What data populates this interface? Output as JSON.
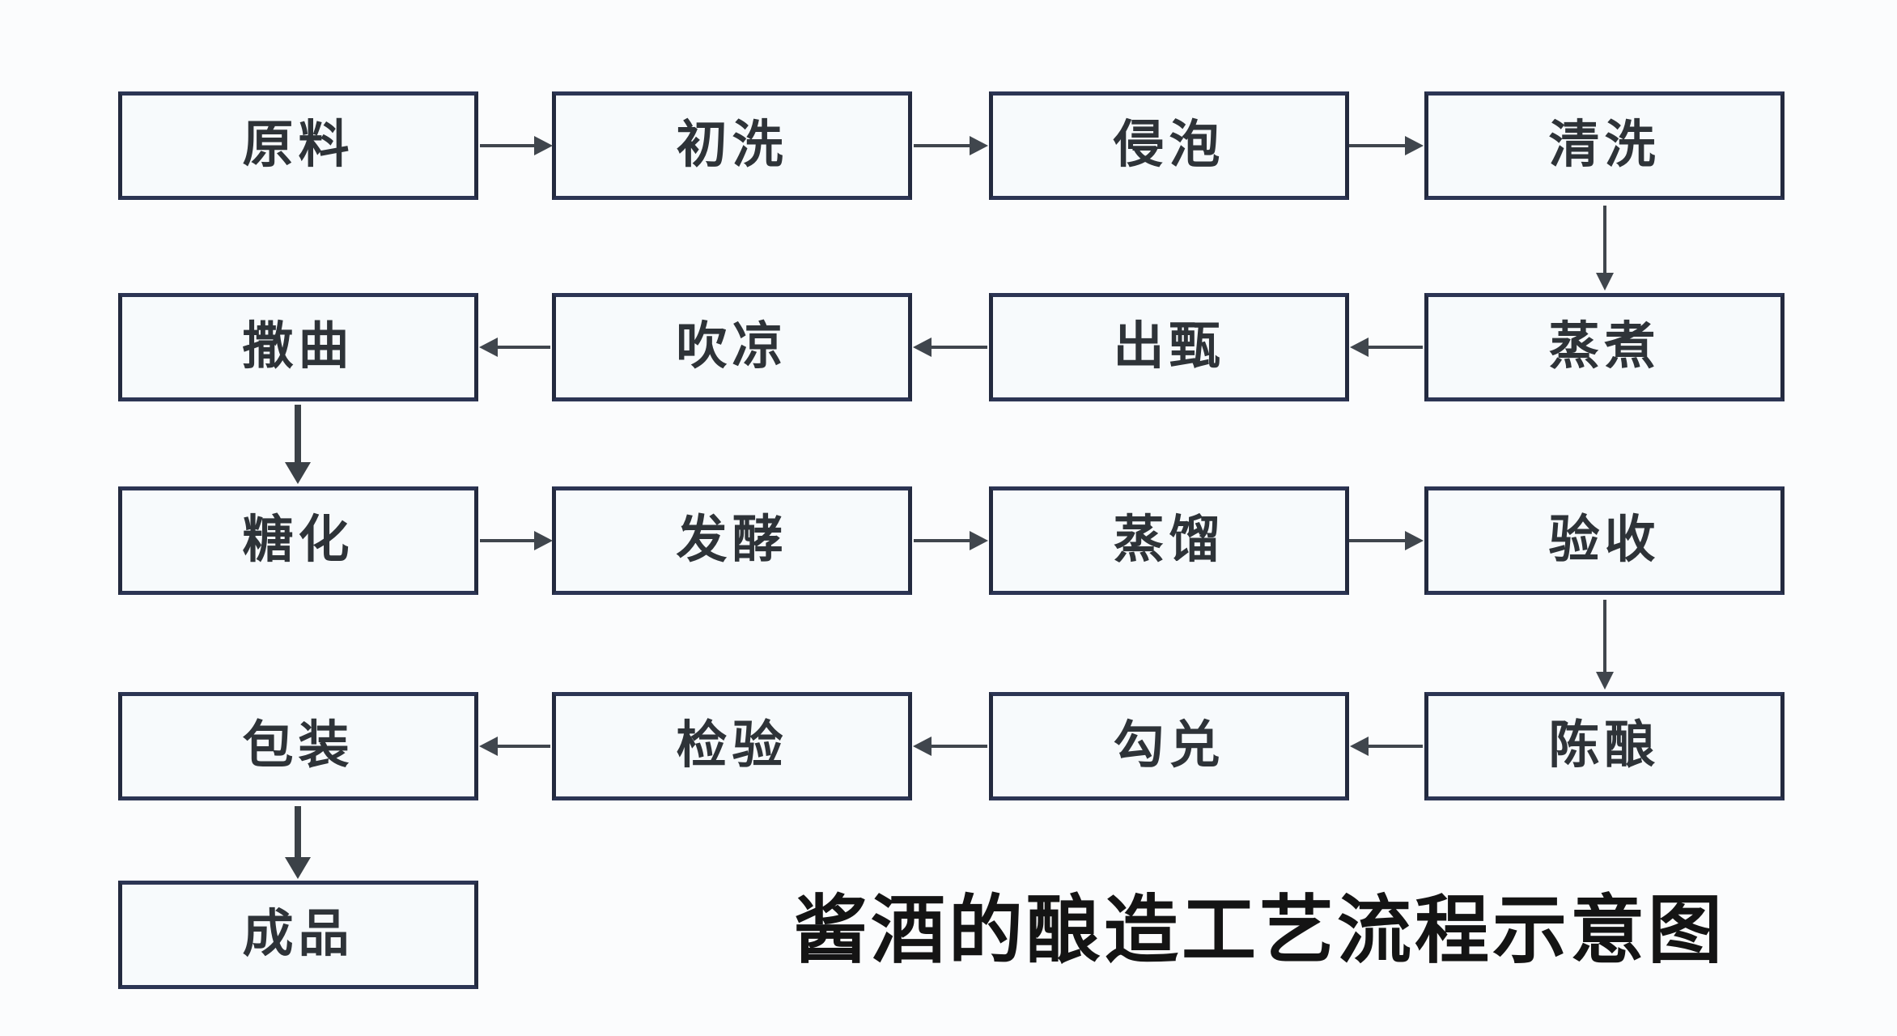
{
  "title": "酱酒的酿造工艺流程示意图",
  "nodes": {
    "raw_material": "原料",
    "first_wash": "初洗",
    "soaking": "侵泡",
    "washing": "清洗",
    "steaming": "蒸煮",
    "out_of_steamer": "出甄",
    "blow_cooling": "吹凉",
    "spreading_qu": "撒曲",
    "saccharification": "糖化",
    "fermentation": "发酵",
    "distillation": "蒸馏",
    "acceptance": "验收",
    "aging": "陈酿",
    "blending": "勾兑",
    "inspection": "检验",
    "packaging": "包装",
    "finished_product": "成品"
  },
  "edges": [
    {
      "from": "原料",
      "to": "初洗",
      "direction": "right"
    },
    {
      "from": "初洗",
      "to": "侵泡",
      "direction": "right"
    },
    {
      "from": "侵泡",
      "to": "清洗",
      "direction": "right"
    },
    {
      "from": "清洗",
      "to": "蒸煮",
      "direction": "down"
    },
    {
      "from": "蒸煮",
      "to": "出甄",
      "direction": "left"
    },
    {
      "from": "出甄",
      "to": "吹凉",
      "direction": "left"
    },
    {
      "from": "吹凉",
      "to": "撒曲",
      "direction": "left"
    },
    {
      "from": "撒曲",
      "to": "糖化",
      "direction": "down"
    },
    {
      "from": "糖化",
      "to": "发酵",
      "direction": "right"
    },
    {
      "from": "发酵",
      "to": "蒸馏",
      "direction": "right"
    },
    {
      "from": "蒸馏",
      "to": "验收",
      "direction": "right"
    },
    {
      "from": "验收",
      "to": "陈酿",
      "direction": "down"
    },
    {
      "from": "陈酿",
      "to": "勾兑",
      "direction": "left"
    },
    {
      "from": "勾兑",
      "to": "检验",
      "direction": "left"
    },
    {
      "from": "检验",
      "to": "包装",
      "direction": "left"
    },
    {
      "from": "包装",
      "to": "成品",
      "direction": "down"
    }
  ],
  "colors": {
    "box_border": "#2c3554",
    "box_fill": "#f7fafc",
    "box_text": "#2e3338",
    "arrow": "#40464d",
    "title_text": "#141414",
    "background": "#fbfcfd"
  }
}
